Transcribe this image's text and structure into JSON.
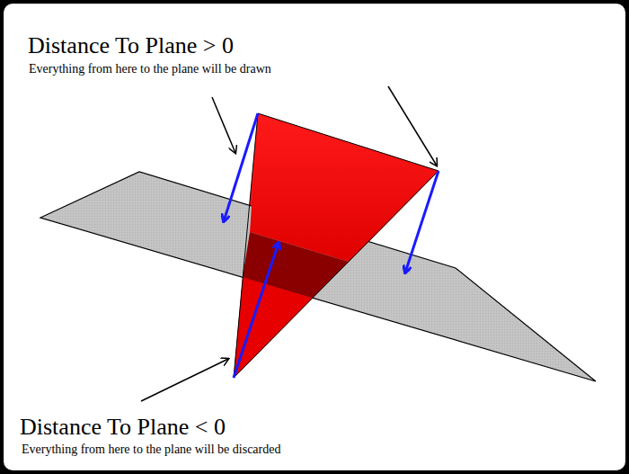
{
  "diagram": {
    "labels": [
      "Distance To Plane > 0",
      "Everything from here to the plane will be drawn",
      "Distance To Plane < 0",
      "Everything from here to the plane will be discarded"
    ]
  }
}
